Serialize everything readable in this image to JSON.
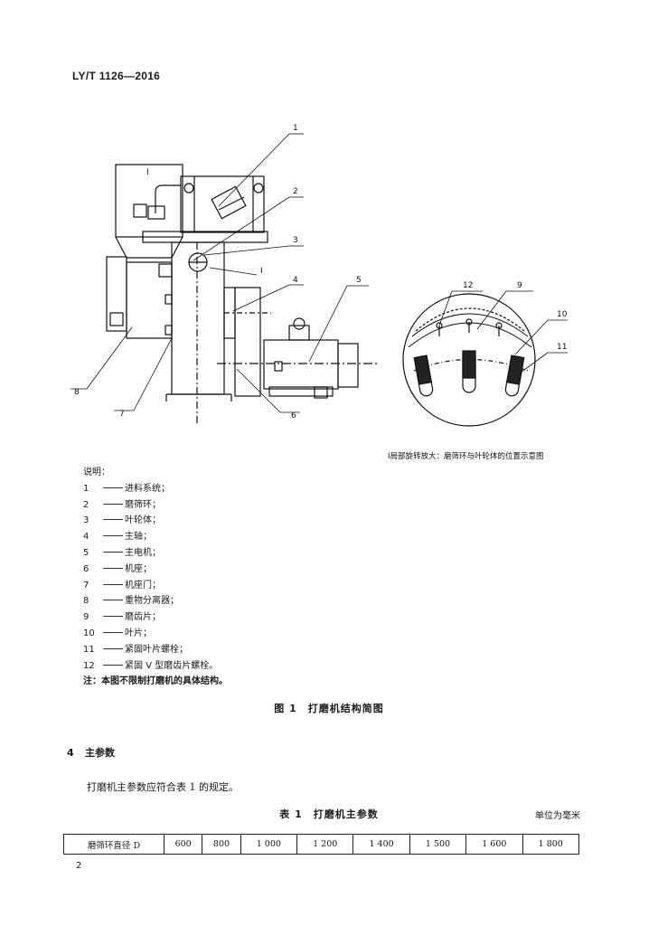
{
  "header": {
    "standard_code": "LY/T 1126—2016"
  },
  "figure": {
    "callout_numbers": [
      "1",
      "2",
      "3",
      "4",
      "5",
      "6",
      "7",
      "8",
      "9",
      "10",
      "11",
      "12"
    ],
    "section_mark_main": "I",
    "section_mark_inset": "I",
    "inset_caption": "I局部旋转放大：磨筛环与叶轮体的位置示意图",
    "caption": "图 1　打磨机结构简图"
  },
  "legend": {
    "title": "说明：",
    "items": [
      {
        "num": "1",
        "label": "进料系统；"
      },
      {
        "num": "2",
        "label": "磨筛环；"
      },
      {
        "num": "3",
        "label": "叶轮体；"
      },
      {
        "num": "4",
        "label": "主轴；"
      },
      {
        "num": "5",
        "label": "主电机；"
      },
      {
        "num": "6",
        "label": "机座；"
      },
      {
        "num": "7",
        "label": "机座门；"
      },
      {
        "num": "8",
        "label": "重物分离器；"
      },
      {
        "num": "9",
        "label": "磨齿片；"
      },
      {
        "num": "10",
        "label": "叶片；"
      },
      {
        "num": "11",
        "label": "紧固叶片螺栓；"
      },
      {
        "num": "12",
        "label": "紧固 V 型磨齿片螺栓。"
      }
    ],
    "note": "注：本图不限制打磨机的具体结构。"
  },
  "section": {
    "number": "4",
    "title": "主参数",
    "paragraph": "打磨机主参数应符合表 1 的规定。"
  },
  "table": {
    "caption": "表 1　打磨机主参数",
    "unit": "单位为毫米",
    "row_header": "磨筛环直径 D",
    "values": [
      "600",
      "800",
      "1 000",
      "1 200",
      "1 400",
      "1 500",
      "1 600",
      "1 800"
    ]
  },
  "page_number": "2"
}
